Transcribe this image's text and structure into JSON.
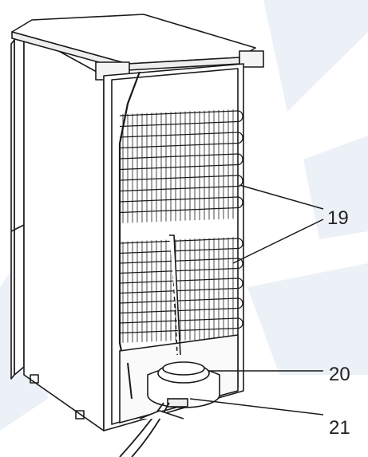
{
  "callouts": [
    {
      "label": "19"
    },
    {
      "label": "20"
    },
    {
      "label": "21"
    }
  ],
  "colors": {
    "line": "#1a1a1a",
    "watermark": "#c9d7ea",
    "text": "#222222"
  }
}
